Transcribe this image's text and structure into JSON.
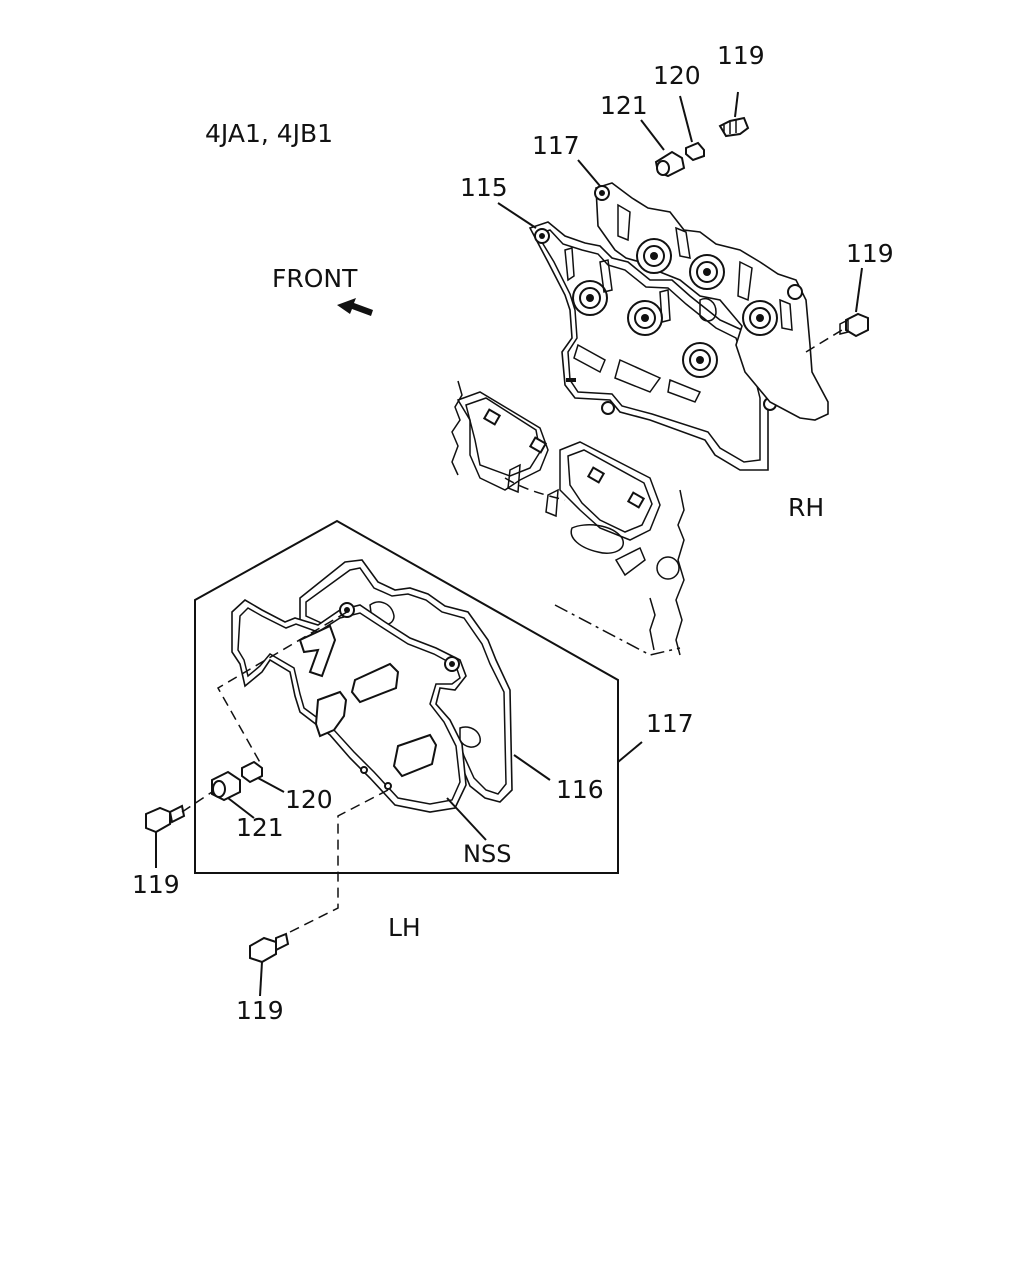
{
  "diagram": {
    "model": "4JA1, 4JB1",
    "front_label": "FRONT",
    "rh_label": "RH",
    "lh_label": "LH",
    "callouts": {
      "rh_119_top": "119",
      "rh_120": "120",
      "rh_121": "121",
      "rh_117": "117",
      "rh_115": "115",
      "rh_119_right": "119",
      "lh_117": "117",
      "lh_116": "116",
      "lh_nss": "NSS",
      "lh_120": "120",
      "lh_121": "121",
      "lh_119_left": "119",
      "lh_119_bottom": "119"
    }
  }
}
